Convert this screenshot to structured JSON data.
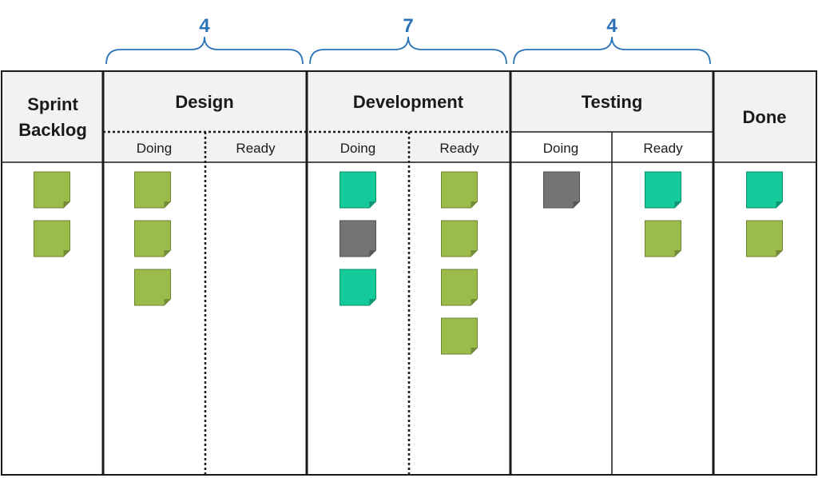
{
  "wip_limits": [
    {
      "stage": "Design",
      "limit": "4"
    },
    {
      "stage": "Development",
      "limit": "7"
    },
    {
      "stage": "Testing",
      "limit": "4"
    }
  ],
  "columns": [
    {
      "title_lines": [
        "Sprint",
        "Backlog"
      ],
      "subcolumns": []
    },
    {
      "title_lines": [
        "Design"
      ],
      "subcolumns": [
        "Doing",
        "Ready"
      ]
    },
    {
      "title_lines": [
        "Development"
      ],
      "subcolumns": [
        "Doing",
        "Ready"
      ]
    },
    {
      "title_lines": [
        "Testing"
      ],
      "subcolumns": [
        "Doing",
        "Ready"
      ]
    },
    {
      "title_lines": [
        "Done"
      ],
      "subcolumns": []
    }
  ],
  "lanes": [
    {
      "id": "sprint-backlog",
      "cards": [
        "green",
        "green"
      ]
    },
    {
      "id": "design-doing",
      "cards": [
        "green",
        "green",
        "green"
      ]
    },
    {
      "id": "design-ready",
      "cards": []
    },
    {
      "id": "development-doing",
      "cards": [
        "teal",
        "gray",
        "teal"
      ]
    },
    {
      "id": "development-ready",
      "cards": [
        "green",
        "green",
        "green",
        "green"
      ]
    },
    {
      "id": "testing-doing",
      "cards": [
        "gray"
      ]
    },
    {
      "id": "testing-ready",
      "cards": [
        "teal",
        "green"
      ]
    },
    {
      "id": "done",
      "cards": [
        "teal",
        "green"
      ]
    }
  ],
  "colors": {
    "green": "#9bbb4a",
    "teal": "#14c99a",
    "gray": "#747474",
    "brace": "#2a73b8",
    "header_bg": "#f2f2f2",
    "border": "#1a1a1a"
  }
}
